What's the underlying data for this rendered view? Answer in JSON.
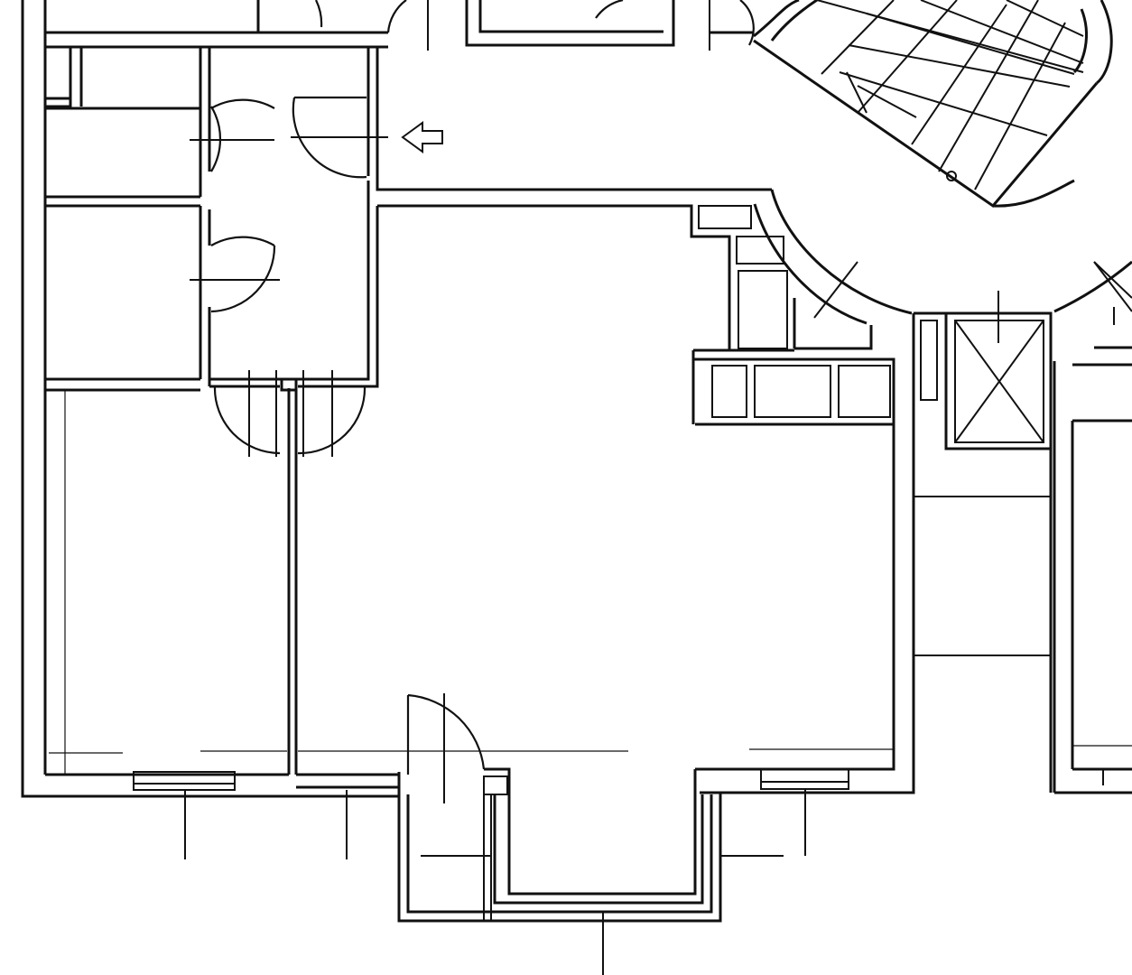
{
  "plan": {
    "stroke_color": "#111111",
    "background_color": "#ffffff",
    "elements": [
      "exterior-walls",
      "closets",
      "hallway",
      "main-room",
      "left-room",
      "balcony-bay",
      "staircase",
      "elevator",
      "shaft",
      "right-unit",
      "doors",
      "windows",
      "entrance-arrow-icon"
    ]
  }
}
